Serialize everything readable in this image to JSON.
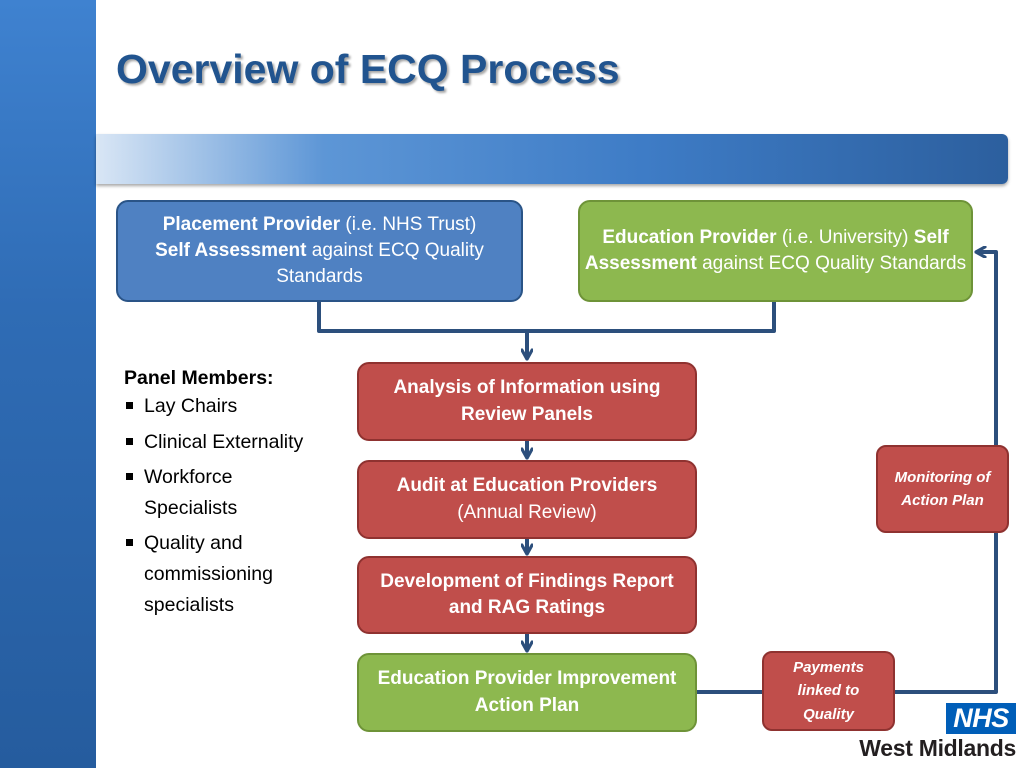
{
  "title": "Overview of ECQ Process",
  "colors": {
    "sidebar_blue": "#2f6cb5",
    "title_blue": "#21548f",
    "box_blue": "#4f81c2",
    "box_green": "#8db84f",
    "box_red": "#c04e4b",
    "connector": "#2c4f7c",
    "nhs_blue": "#005eb8"
  },
  "placement_provider": {
    "name": "Placement Provider",
    "qualifier": " (i.e. NHS Trust)",
    "self_assessment": "Self Assessment",
    "rest": " against ECQ Quality Standards"
  },
  "education_provider": {
    "name": "Education Provider",
    "qualifier": " (i.e. University) ",
    "self_assessment": "Self Assessment",
    "rest": " against ECQ Quality Standards"
  },
  "process_steps": {
    "analysis": "Analysis of Information using Review Panels",
    "audit_title": "Audit at Education Providers",
    "audit_subtitle": "(Annual Review)",
    "findings": "Development of Findings Report and RAG Ratings",
    "improvement_plan": "Education Provider Improvement Action Plan"
  },
  "side_notes": {
    "monitoring": "Monitoring of Action Plan",
    "payments": "Payments linked to Quality"
  },
  "panel_members": {
    "heading": "Panel Members:",
    "items": [
      "Lay Chairs",
      " Clinical Externality",
      "Workforce Specialists",
      "Quality and commissioning specialists"
    ]
  },
  "logo": {
    "nhs": "NHS",
    "region": "West Midlands"
  }
}
